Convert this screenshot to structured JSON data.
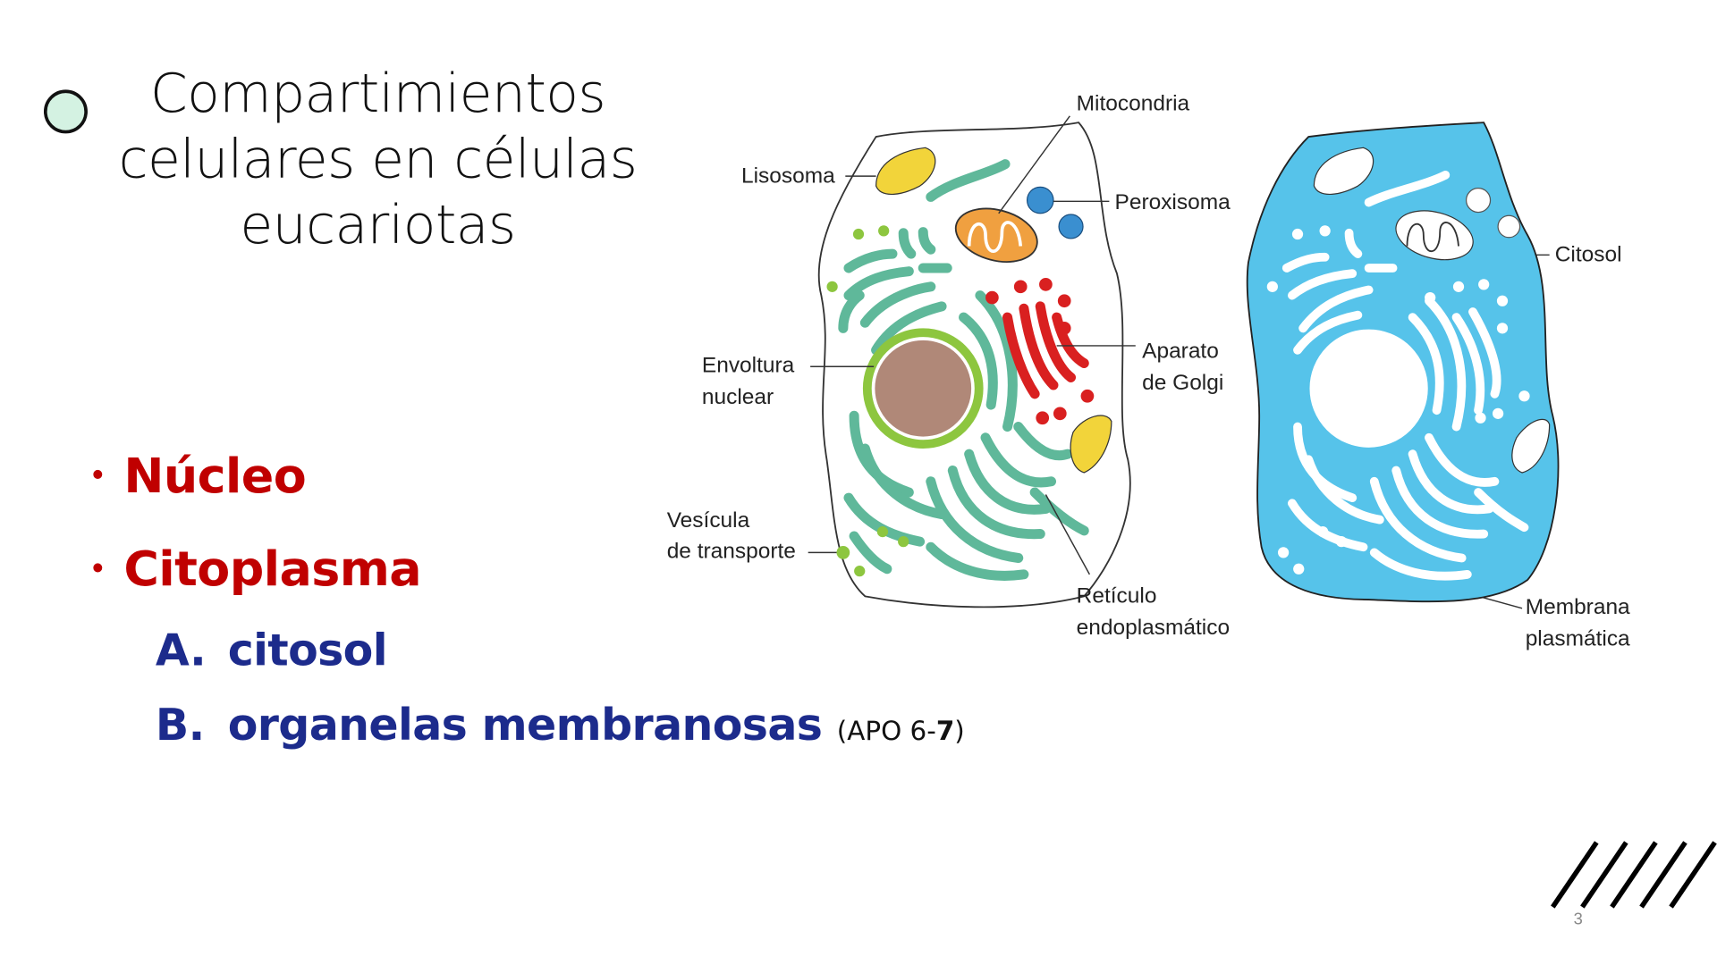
{
  "slide": {
    "title": "Compartimientos celulares en células eucariotas",
    "title_lines": [
      "Compartimientos",
      "celulares en células",
      "eucariotas"
    ],
    "bullets": [
      {
        "label": "Núcleo",
        "color": "#c00000"
      },
      {
        "label": "Citoplasma",
        "color": "#c00000"
      }
    ],
    "sub_items": [
      {
        "marker": "A.",
        "label": "citosol",
        "color": "#1c2b8c"
      },
      {
        "marker": "B.",
        "label": "organelas membranosas",
        "color": "#1c2b8c",
        "note_prefix": "(APO 6-",
        "note_bold": "7",
        "note_suffix": ")"
      }
    ],
    "page_number": "3"
  },
  "diagram": {
    "labels": {
      "mitocondria": "Mitocondria",
      "lisosoma": "Lisosoma",
      "peroxisoma": "Peroxisoma",
      "envoltura_1": "Envoltura",
      "envoltura_2": "nuclear",
      "golgi_1": "Aparato",
      "golgi_2": "de Golgi",
      "vesicula_1": "Vesícula",
      "vesicula_2": "de transporte",
      "reticulo_1": "Retículo",
      "reticulo_2": "endoplasmático",
      "citosol": "Citosol",
      "membrana_1": "Membrana",
      "membrana_2": "plasmática"
    },
    "colors": {
      "cytosol": "#56c3ea",
      "er": "#5fb89a",
      "golgi": "#d92020",
      "nucleus": "#b08878",
      "envelope": "#8dc63f",
      "mitochondrion": "#f0a040",
      "peroxisome": "#3a8fd0",
      "lysosome": "#f2d43a"
    }
  }
}
